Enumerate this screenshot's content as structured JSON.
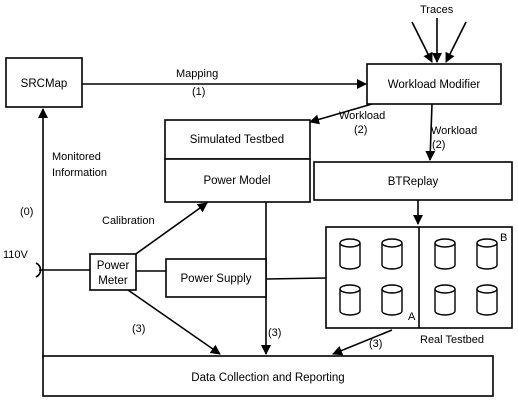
{
  "nodes": {
    "srcmap": "SRCMap",
    "workload_modifier": "Workload Modifier",
    "simulated_testbed": "Simulated Testbed",
    "power_model": "Power Model",
    "btreplay": "BTReplay",
    "power_meter_line1": "Power",
    "power_meter_line2": "Meter",
    "power_supply": "Power Supply",
    "data_collection": "Data Collection and Reporting",
    "real_testbed": "Real Testbed",
    "group_a": "A",
    "group_b": "B"
  },
  "edge_labels": {
    "traces": "Traces",
    "mapping": "Mapping",
    "mapping_step": "(1)",
    "workload_left": "Workload",
    "workload_left_step": "(2)",
    "workload_right": "Workload",
    "workload_right_step": "(2)",
    "monitored_line1": "Monitored",
    "monitored_line2": "Information",
    "monitored_step": "(0)",
    "calibration": "Calibration",
    "input_voltage": "110V",
    "meter_to_data_step": "(3)",
    "power_model_to_data_step": "(3)",
    "testbed_to_data_step": "(3)"
  }
}
